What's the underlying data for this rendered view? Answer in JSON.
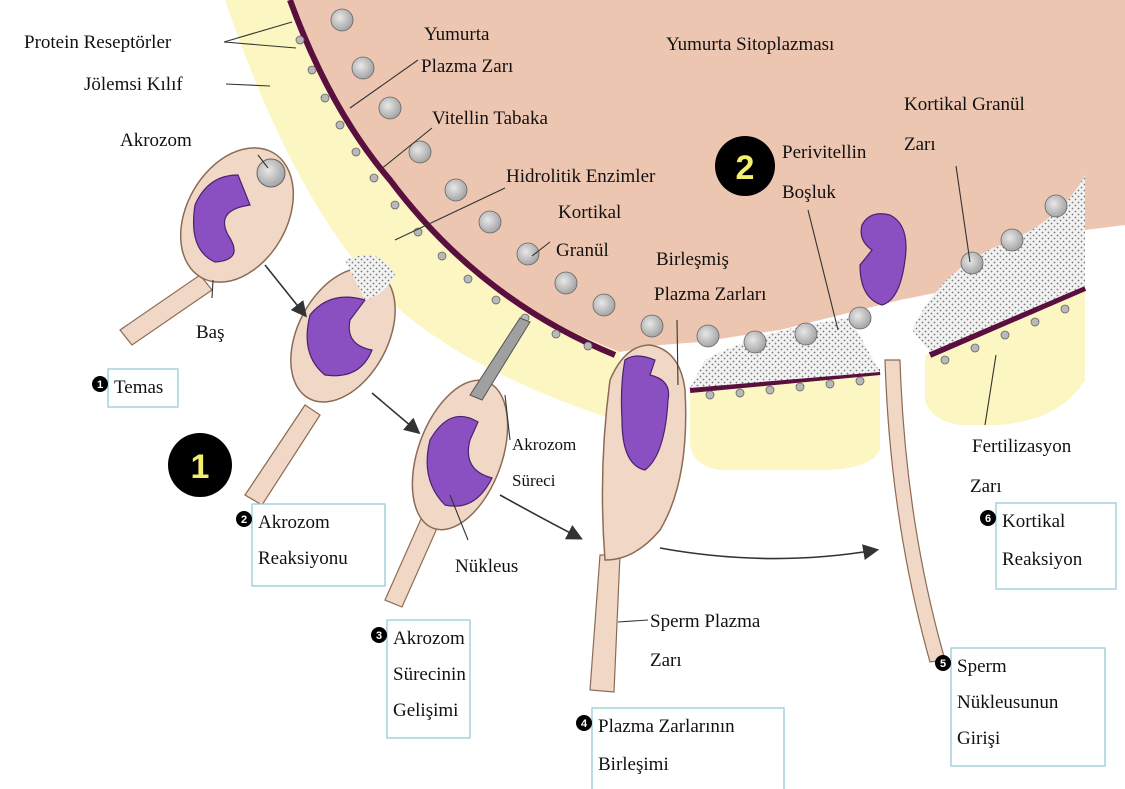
{
  "labels": {
    "protein_receptors": "Protein Reseptörler",
    "jelly_coat": "Jölemsi Kılıf",
    "acrosome": "Akrozom",
    "egg_plasma_membrane_1": "Yumurta",
    "egg_plasma_membrane_2": "Plazma Zarı",
    "vitelline_layer": "Vitellin Tabaka",
    "hydrolytic_enzymes": "Hidrolitik Enzimler",
    "cortical_granule_1": "Kortikal",
    "cortical_granule_2": "Granül",
    "egg_cytoplasm": "Yumurta Sitoplazması",
    "perivitelline_space_1": "Perivitellin",
    "perivitelline_space_2": "Boşluk",
    "cortical_granule_membrane_1": "Kortikal Granül",
    "cortical_granule_membrane_2": "Zarı",
    "fused_membranes_1": "Birleşmiş",
    "fused_membranes_2": "Plazma Zarları",
    "head": "Baş",
    "nucleus": "Nükleus",
    "acrosomal_process_1": "Akrozom",
    "acrosomal_process_2": "Süreci",
    "sperm_plasma_membrane_1": "Sperm Plazma",
    "sperm_plasma_membrane_2": "Zarı",
    "fertilization_envelope_1": "Fertilizasyon",
    "fertilization_envelope_2": "Zarı"
  },
  "steps": [
    {
      "num": "1",
      "lines": [
        "Temas"
      ]
    },
    {
      "num": "2",
      "lines": [
        "Akrozom",
        "Reaksiyonu"
      ]
    },
    {
      "num": "3",
      "lines": [
        "Akrozom",
        "Sürecinin",
        "Gelişimi"
      ]
    },
    {
      "num": "4",
      "lines": [
        "Plazma Zarlarının",
        "Birleşimi"
      ]
    },
    {
      "num": "5",
      "lines": [
        "Sperm",
        "Nükleusunun",
        "Girişi"
      ]
    },
    {
      "num": "6",
      "lines": [
        "Kortikal",
        "Reaksiyon"
      ]
    }
  ],
  "markers": {
    "marker_1": "1",
    "marker_2": "2"
  },
  "colors": {
    "cytoplasm": "#ecc6b0",
    "jelly": "#fbf6c2",
    "membrane": "#5a0f3e",
    "nucleus": "#8a4fc1",
    "sperm_body": "#f1d7c5",
    "granule": "#c8c8c8"
  }
}
